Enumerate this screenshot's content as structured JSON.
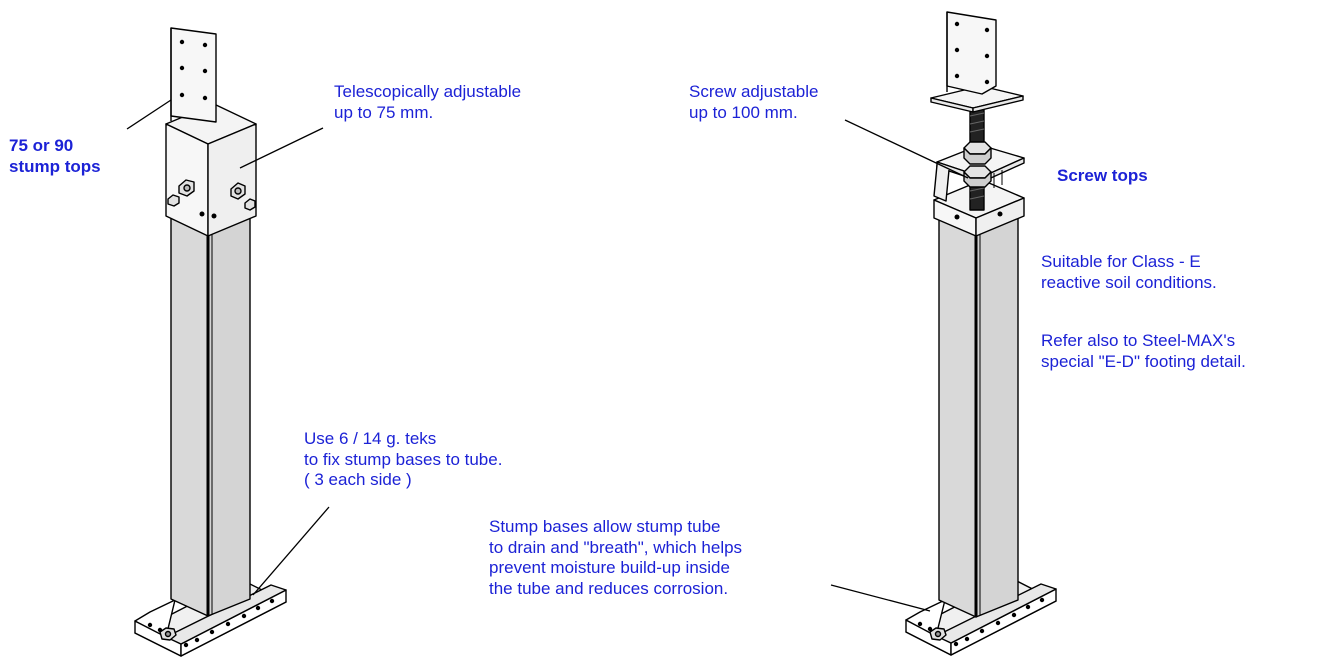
{
  "colors": {
    "label_text": "#1c22d6",
    "outline": "#000000",
    "tube_fill": "#d9d9d9",
    "metal_fill": "#f2f2f2",
    "rod_fill": "#222222"
  },
  "left_stump": {
    "tops_label": [
      "75 or 90",
      "stump tops"
    ],
    "telescopic_note": [
      "Telescopically adjustable",
      "up to 75 mm."
    ],
    "teks_note": [
      "Use 6 / 14 g. teks",
      "to fix stump bases to tube.",
      "( 3 each side )"
    ]
  },
  "right_stump": {
    "screw_note": [
      "Screw adjustable",
      "up to 100 mm."
    ],
    "tops_label": "Screw tops",
    "soil_note": [
      "Suitable for Class - E",
      "reactive soil conditions."
    ],
    "refer_note": [
      "Refer also to Steel-MAX's",
      "special \"E-D\" footing detail."
    ],
    "bases_note": [
      "Stump bases allow stump tube",
      "to drain and \"breath\", which helps",
      "prevent moisture build-up inside",
      "the tube and reduces corrosion."
    ]
  }
}
